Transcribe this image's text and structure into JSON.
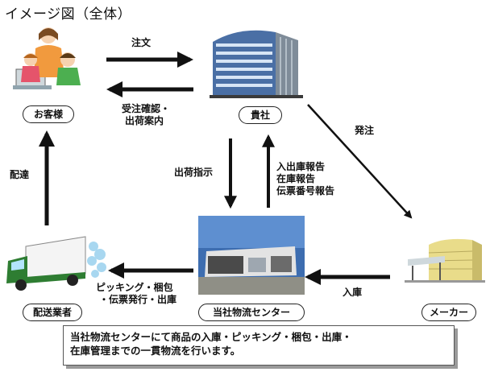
{
  "title": "イメージ図（全体）",
  "nodes": {
    "customer": "お客様",
    "company": "貴社",
    "delivery": "配送業者",
    "center": "当社物流センター",
    "maker": "メーカー"
  },
  "edges": {
    "order": "注文",
    "confirm_line1": "受注確認・",
    "confirm_line2": "出荷案内",
    "ship_order": "発注",
    "ship_instruction": "出荷指示",
    "report_line1": "入出庫報告",
    "report_line2": "在庫報告",
    "report_line3": "伝票番号報告",
    "deliver": "配達",
    "receive": "入庫",
    "picking_line1": "ピッキング・梱包",
    "picking_line2": "・伝票発行・出庫"
  },
  "summary": {
    "line1": "当社物流センターにて商品の入庫・ピッキング・梱包・出庫・",
    "line2": "在庫管理までの一貫物流を行います。"
  },
  "colors": {
    "arrow": "#111111",
    "border": "#222222",
    "shadow": "#9a9a9a"
  }
}
